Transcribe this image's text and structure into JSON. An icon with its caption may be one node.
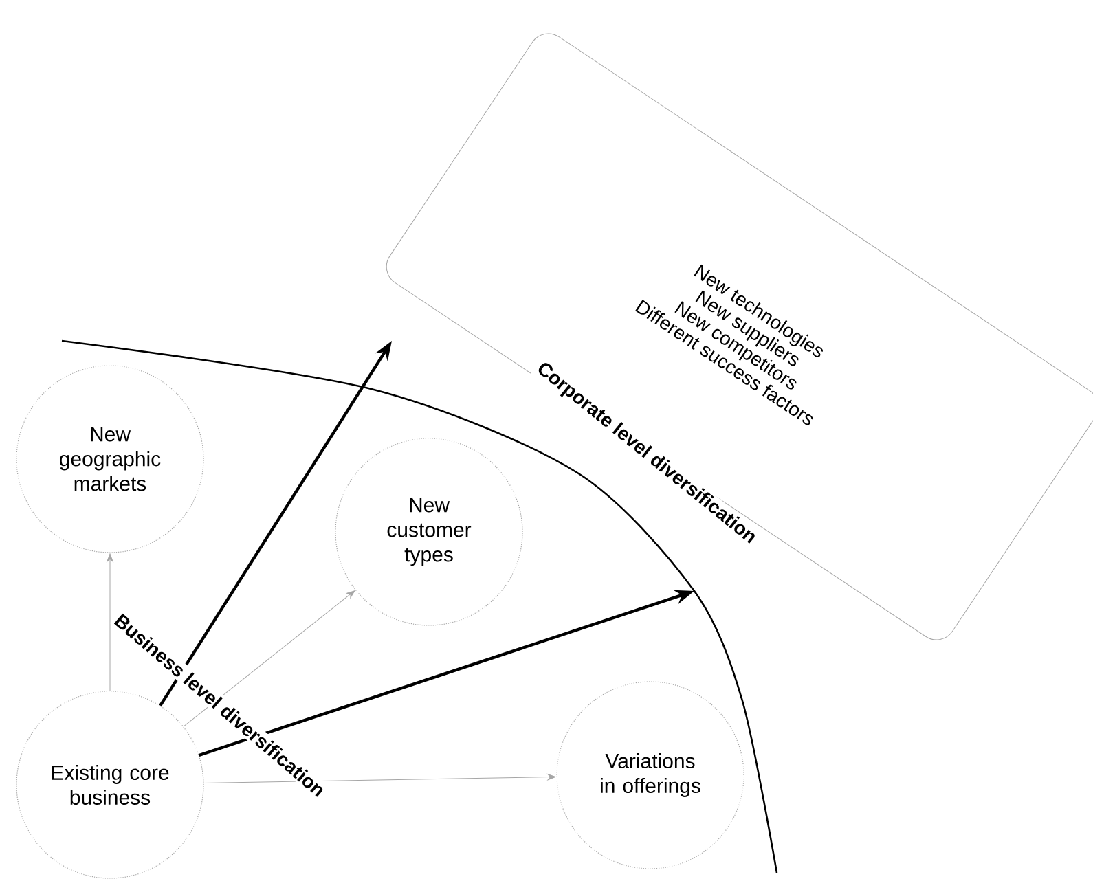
{
  "diagram": {
    "nodes": [
      {
        "text": [
          "Existing core business"
        ]
      },
      {
        "text": [
          "New geographic markets"
        ]
      },
      {
        "text": [
          "New customer types"
        ]
      },
      {
        "text": [
          "Variations in offerings"
        ]
      },
      {
        "text": [
          "New technologies",
          "New suppliers",
          "New competitors",
          "Different success factors"
        ]
      }
    ],
    "edges": [
      {
        "from": 0,
        "to": 1,
        "arrow": "to"
      },
      {
        "from": 0,
        "to": 2,
        "arrow": "to"
      },
      {
        "from": 0,
        "to": 3,
        "arrow": "to"
      },
      {
        "from": 0,
        "to": null,
        "arrow": "to",
        "style": "thick",
        "color": "#000000"
      },
      {
        "from": 0,
        "to": null,
        "arrow": "to",
        "style": "thick",
        "color": "#000000"
      }
    ],
    "labels": [
      "Business level diversification",
      "Corporate level diversification"
    ]
  }
}
